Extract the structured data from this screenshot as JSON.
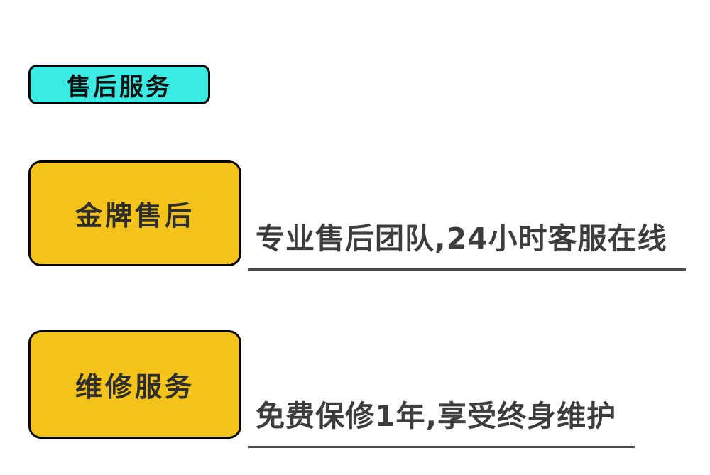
{
  "page": {
    "background": "#ffffff"
  },
  "badge": {
    "label": "售后服务",
    "bg_color": "#3BEAE3",
    "border_color": "#000000"
  },
  "sections": [
    {
      "label": "金牌售后",
      "description": "专业售后团队,24小时客服在线"
    },
    {
      "label": "维修服务",
      "description": "免费保修1年,享受终身维护"
    }
  ],
  "colors": {
    "card_bg": "#F4C31B",
    "card_border": "#000000",
    "label_text": "#2e2e2e",
    "description_text": "#3d3d3d",
    "underline": "#4a4a4a"
  }
}
